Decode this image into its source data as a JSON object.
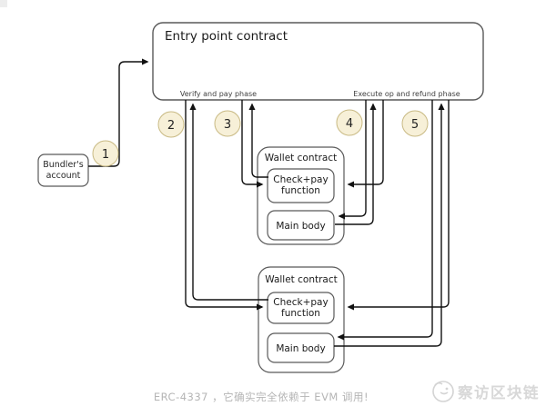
{
  "diagram": {
    "entry_point": {
      "title": "Entry point contract",
      "phase_left": "Verify and pay phase",
      "phase_right": "Execute op and refund phase"
    },
    "bundler": {
      "line1": "Bundler's",
      "line2": "account"
    },
    "wallet_upper": {
      "title": "Wallet contract",
      "check_pay_line1": "Check+pay",
      "check_pay_line2": "function",
      "main_body": "Main body"
    },
    "wallet_lower": {
      "title": "Wallet contract",
      "check_pay_line1": "Check+pay",
      "check_pay_line2": "function",
      "main_body": "Main body"
    },
    "steps": [
      "1",
      "2",
      "3",
      "4",
      "5"
    ],
    "colors": {
      "step_fill": "#f7f0d8",
      "step_stroke": "#c9ba84",
      "box_stroke": "#595959",
      "arrow": "#111111",
      "caption_gray": "#b5b5b5",
      "watermark_gray": "#d8d8d8"
    }
  },
  "caption": "ERC-4337 ，它确实完全依赖于 EVM 调用!",
  "watermark": "察访区块链"
}
